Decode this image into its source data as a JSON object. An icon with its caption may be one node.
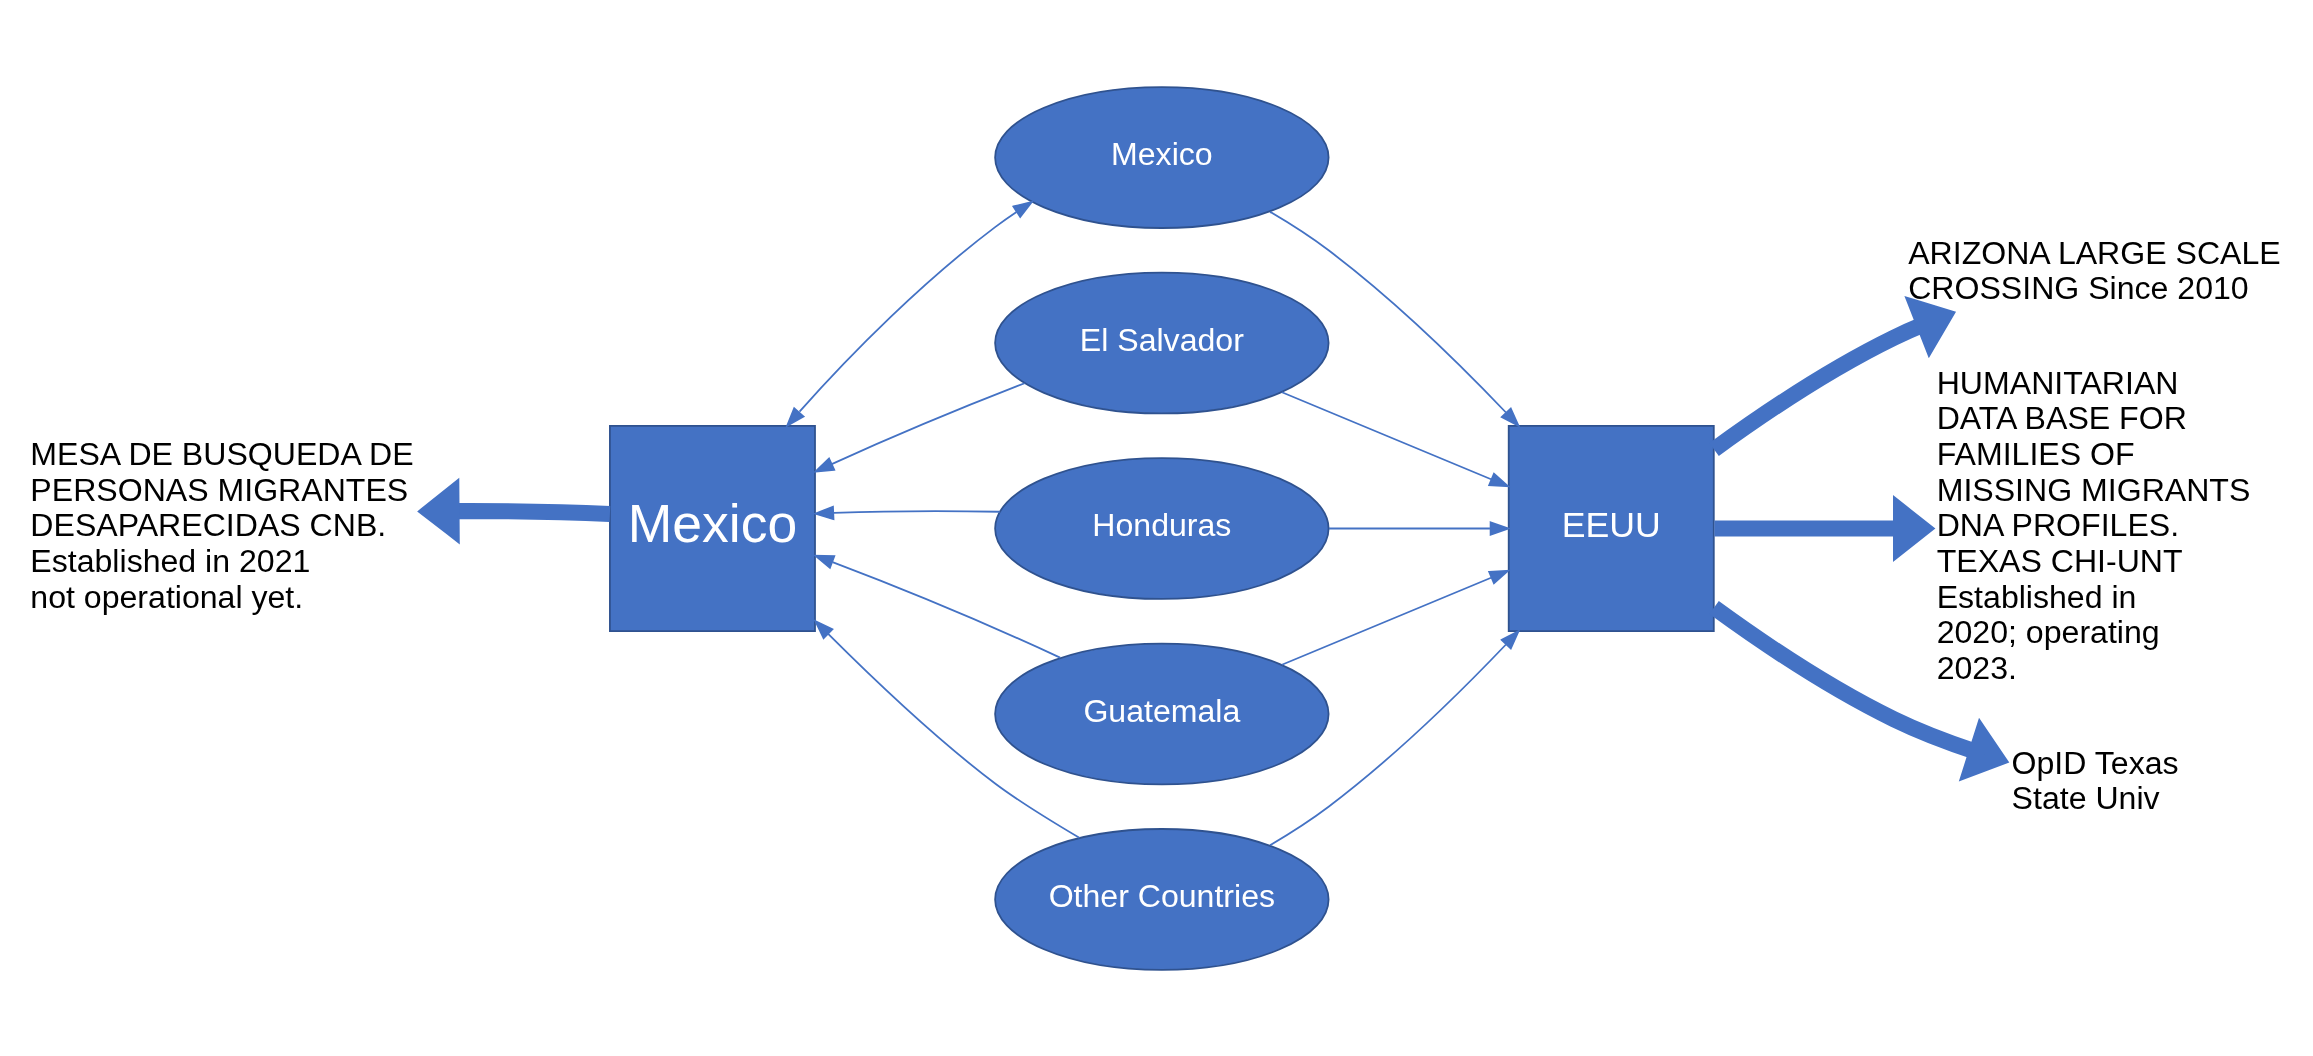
{
  "diagram": {
    "nodes": [
      {
        "text": [
          "Mexico"
        ]
      },
      {
        "text": [
          "El Salvador"
        ]
      },
      {
        "text": [
          "Honduras"
        ]
      },
      {
        "text": [
          "Guatemala"
        ]
      },
      {
        "text": [
          "Other Countries"
        ]
      },
      {
        "text": [
          "Mexico"
        ]
      },
      {
        "text": [
          "EEUU"
        ]
      },
      {
        "text": [
          "MESA DE BUSQUEDA DE PERSONAS MIGRANTES DESAPARECIDAS CNB. Established in 2021 not operational yet."
        ]
      },
      {
        "text": [
          "ARIZONA LARGE SCALE CROSSING Since 2010"
        ]
      },
      {
        "text": [
          "HUMANITARIAN DATA BASE FOR FAMILIES OF MISSING MIGRANTS DNA PROFILES. TEXAS CHI-UNT Established in 2020; operating 2023."
        ]
      },
      {
        "text": [
          "OpID Texas State Univ"
        ]
      }
    ],
    "edges": [
      {
        "from": 0,
        "to": 5,
        "arrow": "both"
      },
      {
        "from": 1,
        "to": 5,
        "arrow": "to"
      },
      {
        "from": 2,
        "to": 5,
        "arrow": "to"
      },
      {
        "from": 3,
        "to": 5,
        "arrow": "to"
      },
      {
        "from": 4,
        "to": 5,
        "arrow": "to"
      },
      {
        "from": 0,
        "to": 6,
        "arrow": "to"
      },
      {
        "from": 1,
        "to": 6,
        "arrow": "to"
      },
      {
        "from": 2,
        "to": 6,
        "arrow": "to"
      },
      {
        "from": 3,
        "to": 6,
        "arrow": "to"
      },
      {
        "from": 4,
        "to": 6,
        "arrow": "to"
      },
      {
        "from": 5,
        "to": 7,
        "arrow": "to",
        "style": "thick"
      },
      {
        "from": 6,
        "to": 8,
        "arrow": "to",
        "style": "thick"
      },
      {
        "from": 6,
        "to": 9,
        "arrow": "to",
        "style": "thick"
      },
      {
        "from": 6,
        "to": 10,
        "arrow": "to",
        "style": "thick"
      }
    ]
  }
}
